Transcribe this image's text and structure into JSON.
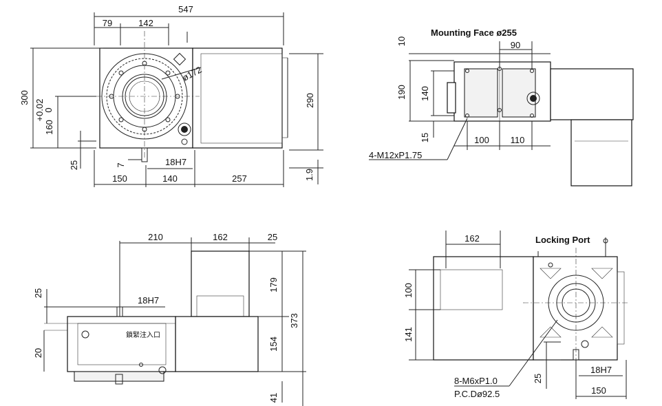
{
  "views": {
    "front": {
      "dims": {
        "overall_width": "547",
        "left_offset": "79",
        "center_width": "142",
        "table_diameter": "ø172",
        "overall_height": "300",
        "center_height": "160",
        "center_height_tol_upper": "+0.02",
        "center_height_tol_lower": "0",
        "right_height": "290",
        "base_height": "25",
        "key_offset": "7",
        "key_slot": "18H7",
        "bottom_left": "150",
        "bottom_mid": "140",
        "bottom_right": "257",
        "right_gap": "1.9"
      }
    },
    "top_right": {
      "title": "Mounting Face ø255",
      "dims": {
        "top_gap": "10",
        "hole_spacing_top": "90",
        "height_190": "190",
        "height_140": "140",
        "bottom_gap": "15",
        "hole_spacing_100": "100",
        "hole_spacing_110": "110"
      },
      "callout": "4-M12xP1.75"
    },
    "side": {
      "dims": {
        "motor_offset": "210",
        "motor_width": "162",
        "motor_right_gap": "25",
        "top_gap": "25",
        "key_slot": "18H7",
        "motor_height": "179",
        "total_height": "373",
        "body_height": "154",
        "bottom_left": "20",
        "bottom_right": "41"
      },
      "chinese_label": "鎖緊注入口"
    },
    "rear": {
      "title": "Locking Port",
      "dims": {
        "motor_width": "162",
        "height_100": "100",
        "height_141": "141",
        "base_gap": "25",
        "key_slot": "18H7",
        "center_offset": "150"
      },
      "callout_line1": "8-M6xP1.0",
      "callout_line2": "P.C.Dø92.5"
    }
  }
}
